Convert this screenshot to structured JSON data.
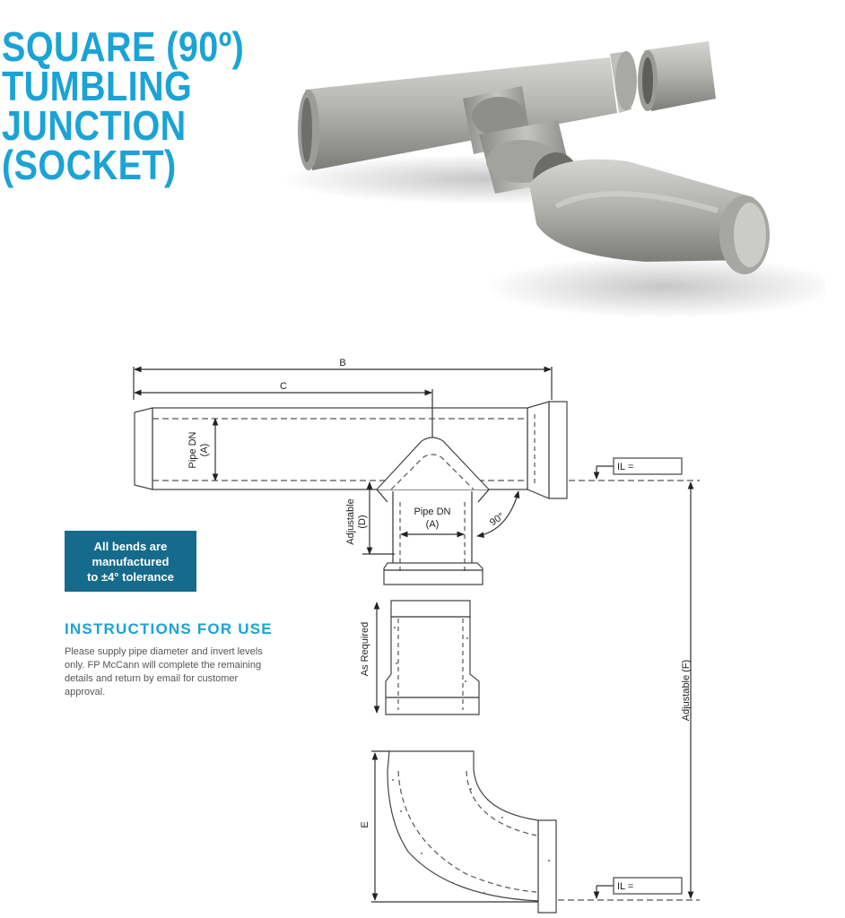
{
  "title_lines": [
    "SQUARE (90º)",
    "TUMBLING",
    "JUNCTION",
    "(SOCKET)"
  ],
  "tolerance_note": [
    "All bends are",
    "manufactured",
    "to ±4° tolerance"
  ],
  "instructions": {
    "heading": "INSTRUCTIONS FOR USE",
    "body": "Please supply pipe diameter and invert levels only. FP McCann will complete the remaining details and return by email for customer approval."
  },
  "dimensions": {
    "b": "B",
    "c": "C",
    "pipe_dn_main": [
      "Pipe DN",
      "(A)"
    ],
    "pipe_dn_branch": [
      "Pipe DN",
      "(A)"
    ],
    "adjustable_d": [
      "Adjustable",
      "(D)"
    ],
    "angle": "90°",
    "as_required": "As Required",
    "e": "E",
    "adjustable_f": "Adjustable (F)",
    "il_top": "IL =",
    "il_bottom": "IL ="
  },
  "colors": {
    "brand_blue": "#1ba3d6",
    "note_box": "#156b8c",
    "concrete": "#a9a9a9"
  }
}
